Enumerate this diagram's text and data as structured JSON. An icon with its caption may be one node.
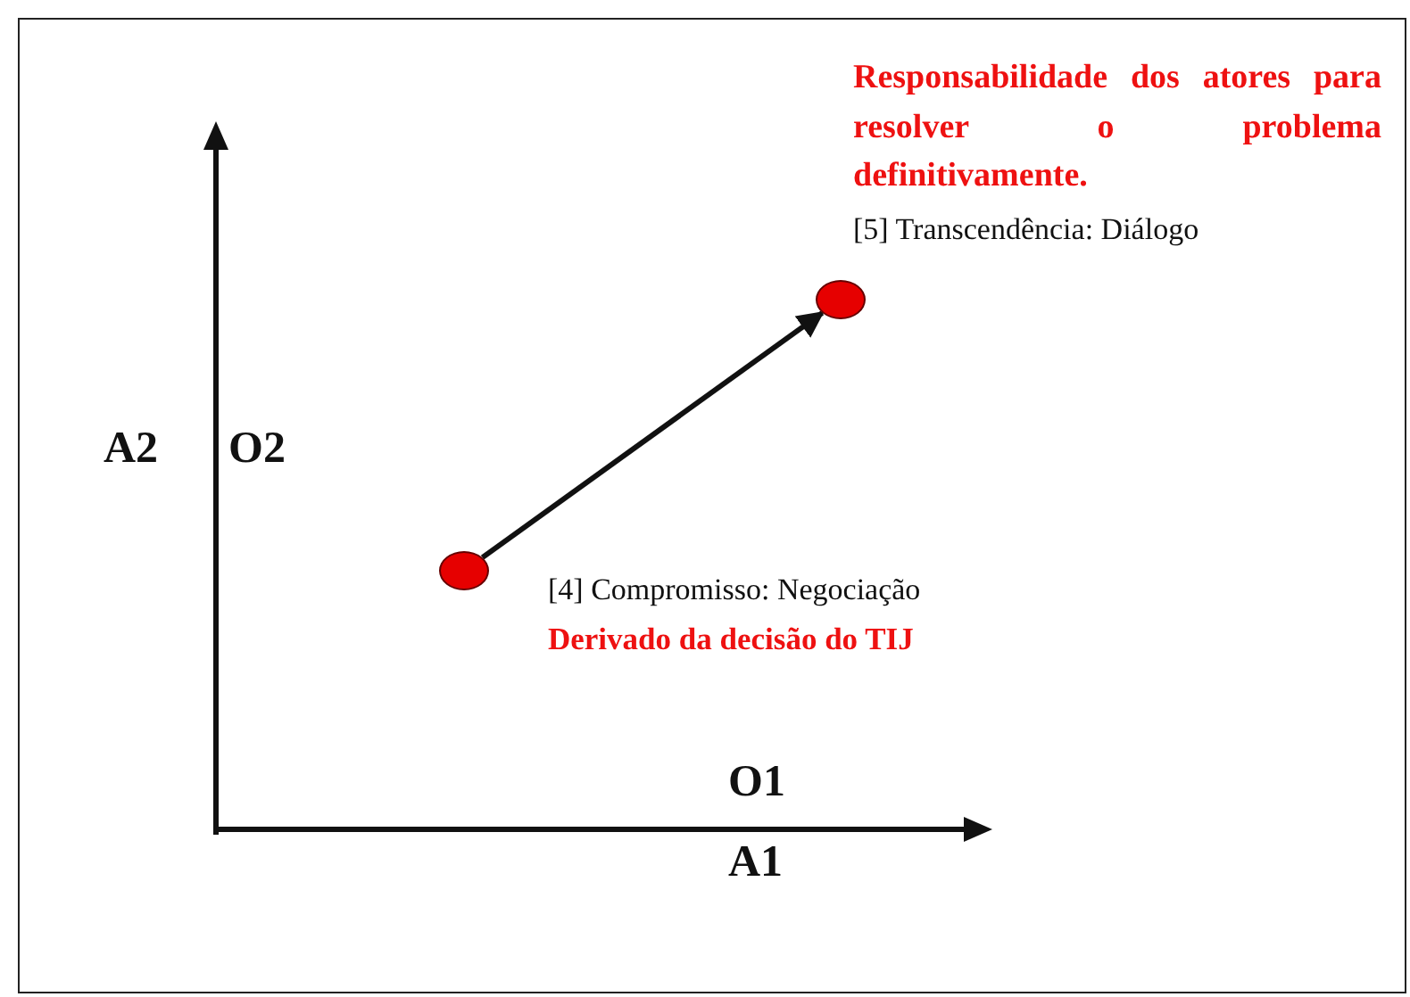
{
  "diagram": {
    "nodes": [
      {
        "text": [],
        "shape": "circle",
        "beside": [
          "[4] Compromisso: Negociação",
          "Derivado da decisão do TIJ"
        ]
      },
      {
        "text": [],
        "shape": "circle",
        "beside": [
          "Responsabilidade dos atores para resolver o problema definitivamente.",
          "[5] Transcendência: Diálogo"
        ]
      }
    ],
    "edges": [
      {
        "from": 0,
        "to": 1,
        "arrow": "to"
      }
    ],
    "labels": [
      "A2",
      "O2",
      "O1",
      "A1"
    ]
  }
}
